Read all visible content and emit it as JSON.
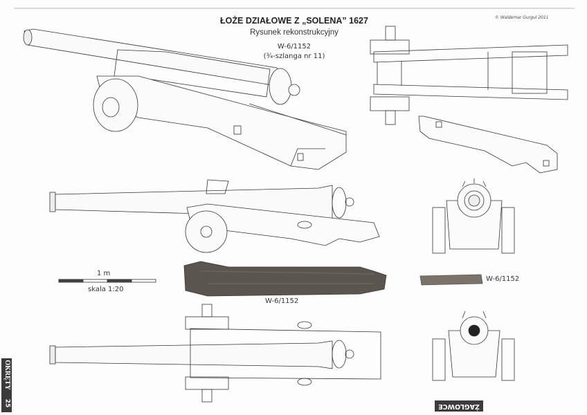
{
  "header": {
    "title": "ŁOŻE DZIAŁOWE Z „SOLENA” 1627",
    "subtitle": "Rysunek rekonstrukcyjny",
    "code": "W-6/1152",
    "gauge": "(¾-szlanga nr 11)",
    "copyright": "© Waldemar Gurgul 2011"
  },
  "scale": {
    "length_label": "1 m",
    "ratio_label": "skala 1:20"
  },
  "photos": {
    "large_label": "W-6/1152",
    "small_label": "W-6/1152"
  },
  "page": {
    "magazine": "OKRĘTY",
    "page_number": "25",
    "section": "ŻAGLOWCE"
  },
  "colors": {
    "line": "#333333",
    "wood": "#5a554f",
    "band": "#3b3b3b"
  }
}
